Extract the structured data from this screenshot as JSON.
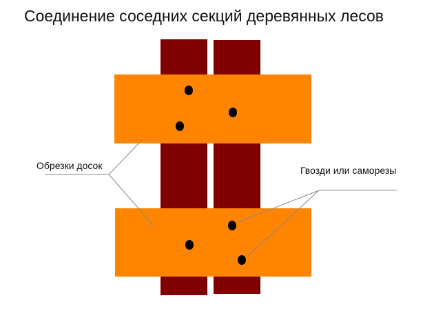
{
  "title": "Соединение соседних секций деревянных лесов",
  "labels": {
    "boards": "Обрезки досок",
    "nails": "Гвозди или саморезы"
  },
  "colors": {
    "post": "#7f0000",
    "board": "#ff8400",
    "nail": "#000000",
    "leader": "#888888"
  }
}
